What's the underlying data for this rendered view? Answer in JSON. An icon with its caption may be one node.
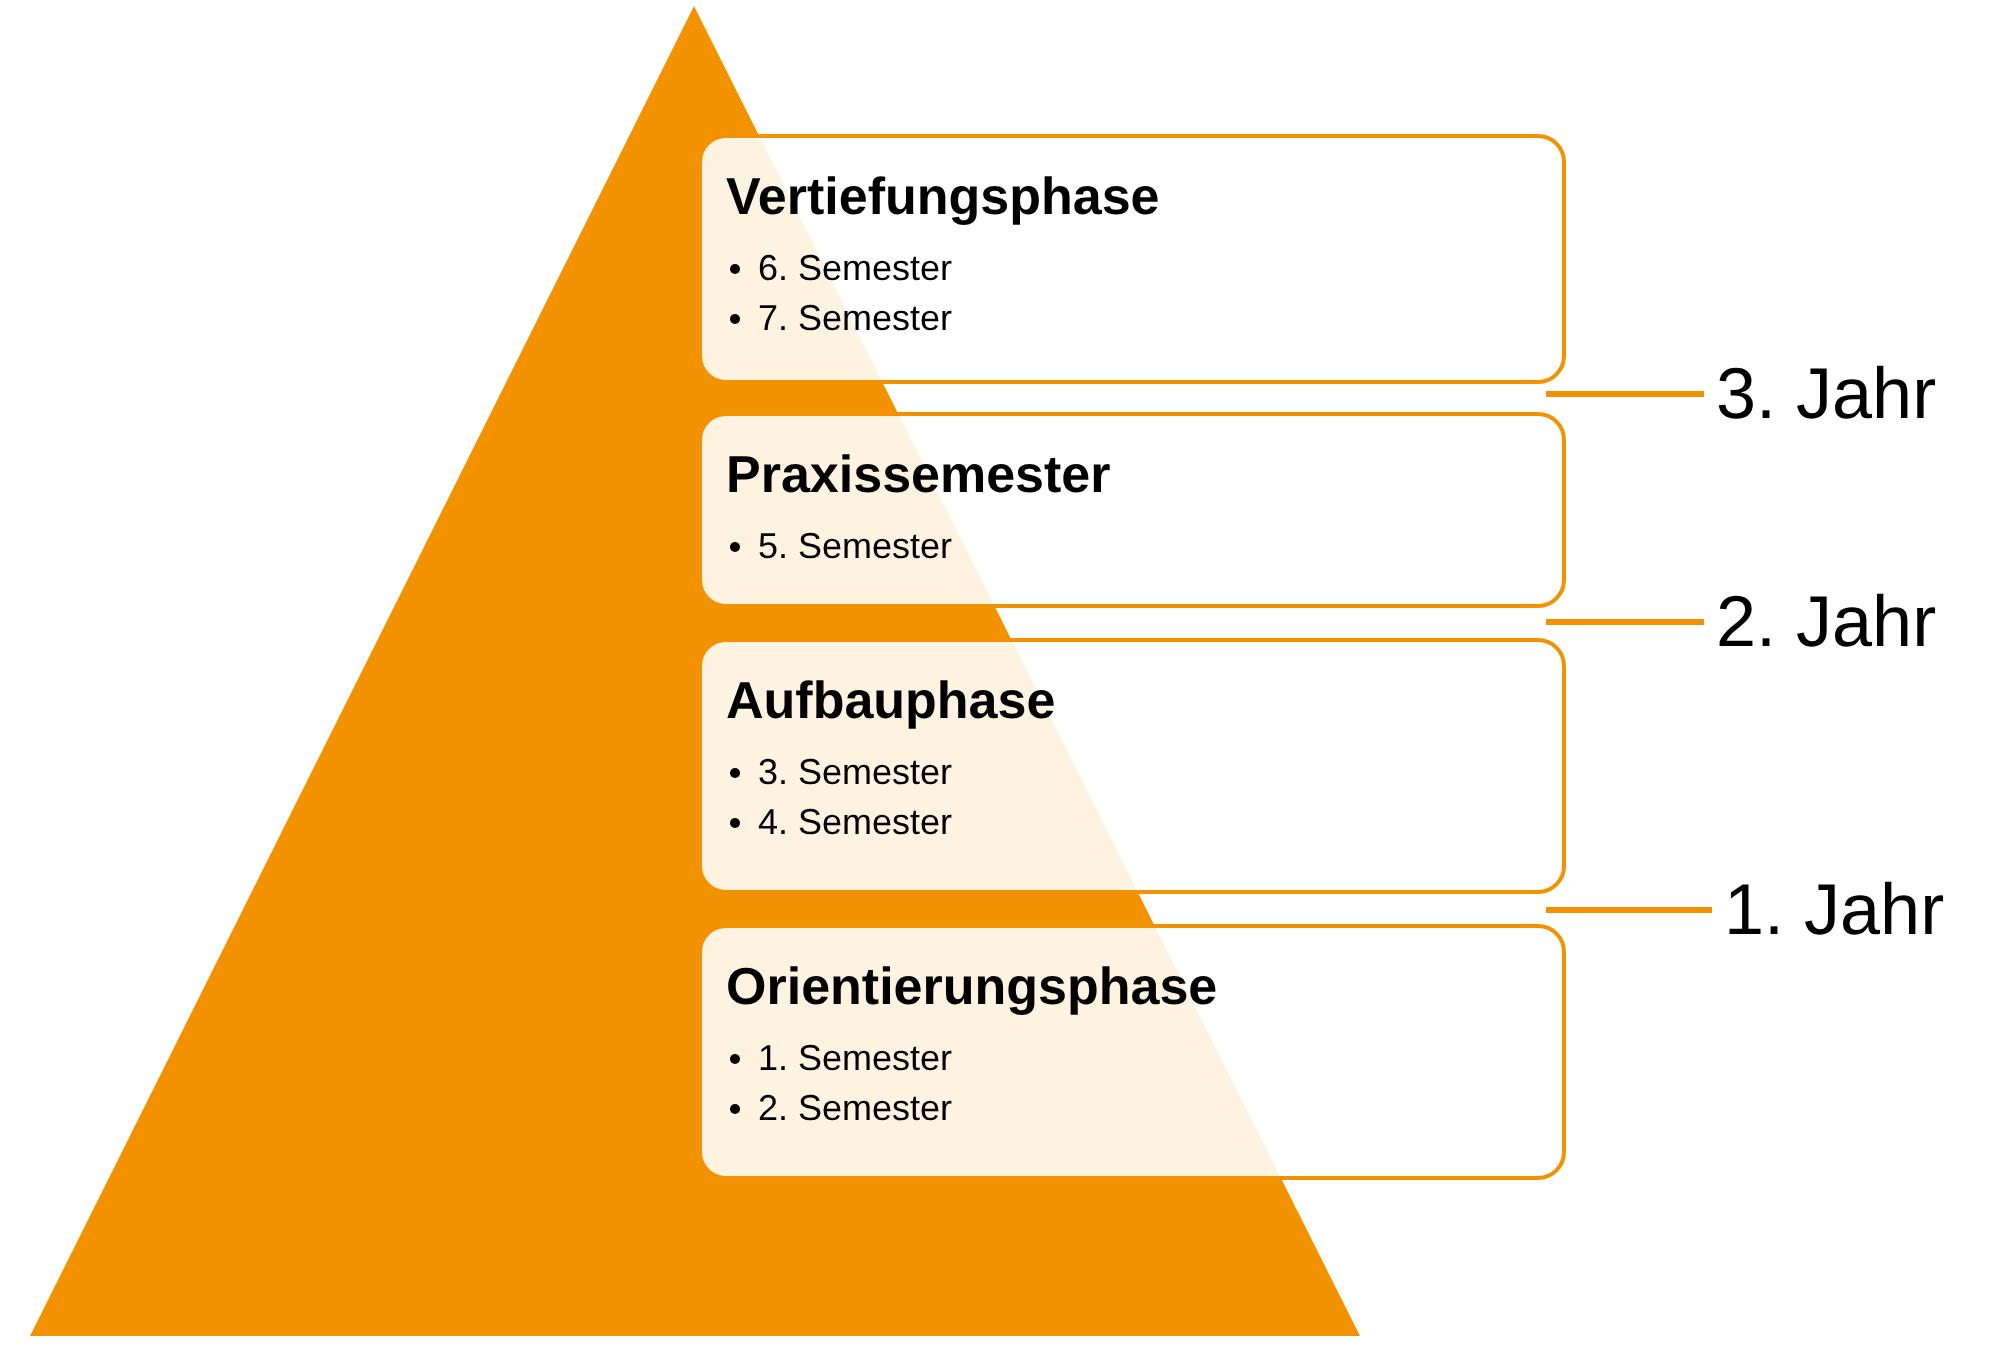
{
  "diagram": {
    "nodes": [
      {
        "text": [
          "Vertiefungsphase",
          "6. Semester",
          "7. Semester"
        ]
      },
      {
        "text": [
          "Praxissemester",
          "5. Semester"
        ]
      },
      {
        "text": [
          "Aufbauphase",
          "3. Semester",
          "4. Semester"
        ]
      },
      {
        "text": [
          "Orientierungsphase",
          "1. Semester",
          "2. Semester"
        ]
      },
      {
        "text": [
          "3. Jahr"
        ]
      },
      {
        "text": [
          "2. Jahr"
        ]
      },
      {
        "text": [
          "1. Jahr"
        ]
      }
    ],
    "edges": [
      {
        "from": 4,
        "to": 0,
        "arrow": "none"
      },
      {
        "from": 5,
        "to": 1,
        "arrow": "none"
      },
      {
        "from": 6,
        "to": 3,
        "arrow": "none"
      }
    ]
  }
}
